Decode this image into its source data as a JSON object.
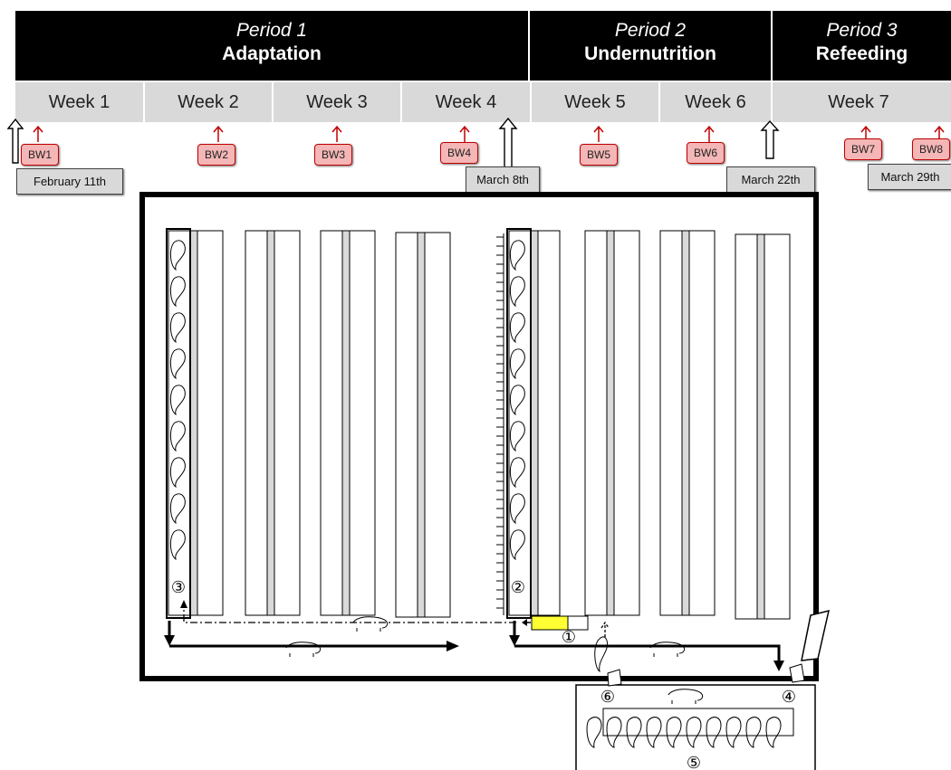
{
  "periods": [
    {
      "name": "Period 1",
      "title": "Adaptation"
    },
    {
      "name": "Period 2",
      "title": "Undernutrition"
    },
    {
      "name": "Period 3",
      "title": "Refeeding"
    }
  ],
  "weeks": [
    "Week 1",
    "Week 2",
    "Week 3",
    "Week 4",
    "Week 5",
    "Week 6",
    "Week 7"
  ],
  "bw_labels": [
    "BW1",
    "BW2",
    "BW3",
    "BW4",
    "BW5",
    "BW6",
    "BW7",
    "BW8"
  ],
  "dates": [
    "February 11th",
    "March 8th",
    "March 22th",
    "March 29th"
  ],
  "station_numbers": [
    "①",
    "②",
    "③",
    "④",
    "⑤",
    "⑥"
  ],
  "colors": {
    "header_bg": "#000000",
    "week_bg": "#d9d9d9",
    "bw_fill": "#f4b6b6",
    "bw_border": "#c00000",
    "feeder": "#ffff33"
  }
}
